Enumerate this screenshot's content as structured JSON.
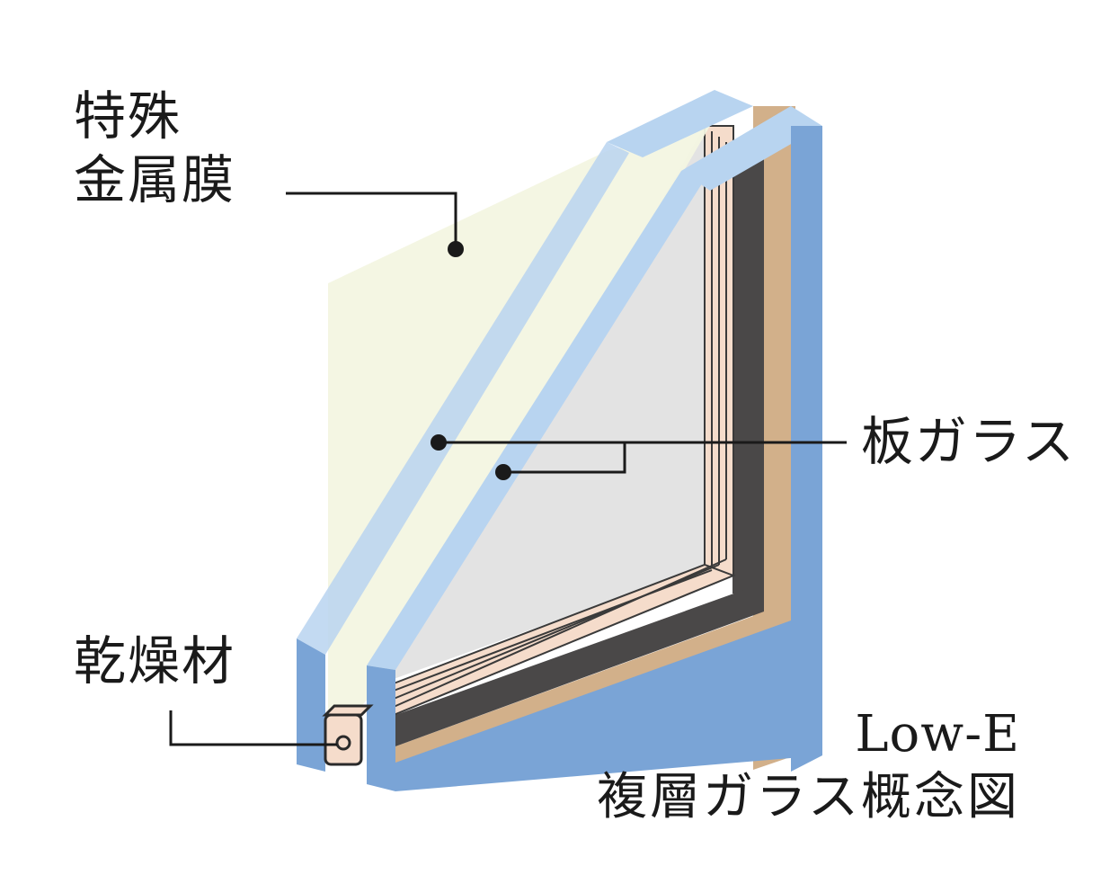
{
  "labels": {
    "special_metal_film_line1": "特殊",
    "special_metal_film_line2": "金属膜",
    "sheet_glass": "板ガラス",
    "desiccant": "乾燥材"
  },
  "caption": {
    "line1": "Low-E",
    "line2": "複層ガラス概念図"
  },
  "colors": {
    "glass_edge_light": "#b8d4f0",
    "glass_edge_dark": "#7aa4d6",
    "metal_film": "#f3f5e1",
    "air_gap": "#e3e3e3",
    "spacer_dark": "#4a4848",
    "sealant_tan": "#d2b08a",
    "spacer_stripe": "#f5dccb",
    "leader_line": "#1a1a1a"
  }
}
